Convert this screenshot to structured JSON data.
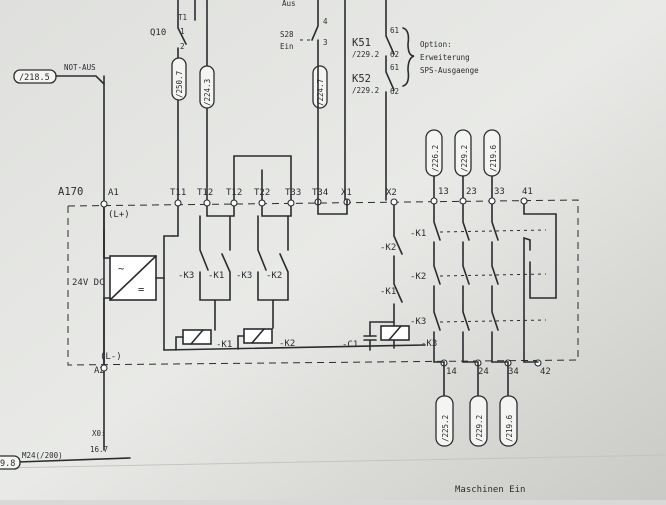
{
  "colors": {
    "paper": "#eaebe8",
    "ink": "#2a2c30"
  },
  "left_ref": {
    "top": "/218.5",
    "bottom": "9.8"
  },
  "not_aus": "NOT-AUS",
  "module": {
    "name": "A170",
    "plus": "(L+)",
    "minus": "(L-)",
    "supply": "24V DC",
    "pin_top": "A1",
    "pin_bottom": "A2",
    "terminals": [
      "T11",
      "T12",
      "T12",
      "T22",
      "T33",
      "T34",
      "X1",
      "X2",
      "13",
      "23",
      "33",
      "41"
    ],
    "bottom_terminals": [
      "14",
      "24",
      "34",
      "42"
    ]
  },
  "q10": {
    "name": "Q10",
    "pin1": "1",
    "pin2": "2",
    "pin_top": "T1"
  },
  "top_refs": [
    "/250.7",
    "/224.3",
    "/224.7"
  ],
  "switch_s28": {
    "aus": "Aus",
    "name": "S28",
    "ein": "Ein",
    "pins": [
      "4",
      "3"
    ]
  },
  "k51": {
    "name": "K51",
    "ref": "/229.2",
    "pins": [
      "61",
      "62"
    ]
  },
  "k52": {
    "name": "K52",
    "ref": "/229.2",
    "pins": [
      "61",
      "62"
    ]
  },
  "option_note": [
    "Option:",
    "Erweiterung",
    "SPS-Ausgaenge"
  ],
  "out_refs_top": [
    "/226.2",
    "/229.2",
    "/219.6"
  ],
  "out_refs_bottom": [
    "/225.2",
    "/229.2",
    "/219.6"
  ],
  "contacts": {
    "k3a": "-K3",
    "k1a": "-K1",
    "k3b": "-K3",
    "k2a": "-K2",
    "x_k2": "-K2",
    "x_k1": "-K1",
    "o_k1": "-K1",
    "o_k2": "-K2",
    "o_k3": "-K3"
  },
  "coils": {
    "k1": "-K1",
    "k2": "-K2",
    "c1": "-C1",
    "k3": "-K3"
  },
  "x0": {
    "label": "X0:",
    "value": "16.7"
  },
  "m24": "M24(/200)",
  "footer": "Maschinen Ein"
}
